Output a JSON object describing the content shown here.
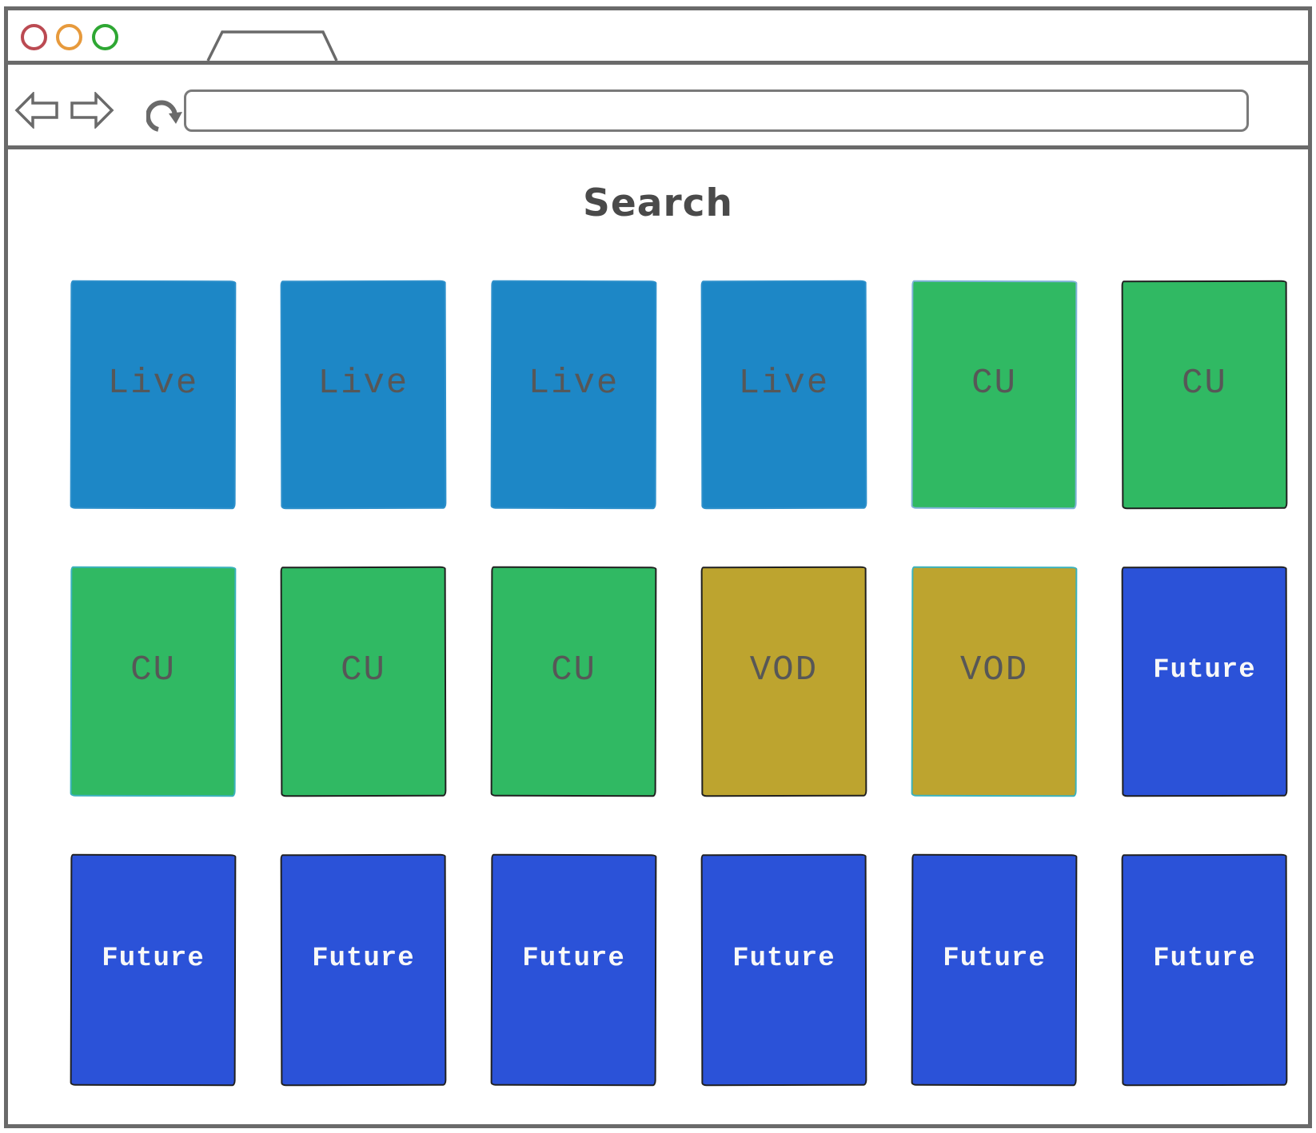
{
  "window": {
    "traffic_lights": [
      {
        "name": "red"
      },
      {
        "name": "orange"
      },
      {
        "name": "green"
      }
    ],
    "nav": {
      "back_icon": "back-arrow-icon",
      "forward_icon": "forward-arrow-icon",
      "reload_icon": "reload-icon",
      "url_value": ""
    }
  },
  "page": {
    "title": "Search",
    "cards": [
      {
        "label": "Live",
        "type": "live",
        "border": "blue"
      },
      {
        "label": "Live",
        "type": "live",
        "border": "blue"
      },
      {
        "label": "Live",
        "type": "live",
        "border": "blue"
      },
      {
        "label": "Live",
        "type": "live",
        "border": "blue"
      },
      {
        "label": "CU",
        "type": "cu",
        "border": "lightblue"
      },
      {
        "label": "CU",
        "type": "cu",
        "border": "dark"
      },
      {
        "label": "CU",
        "type": "cu",
        "border": "teal"
      },
      {
        "label": "CU",
        "type": "cu",
        "border": "dark"
      },
      {
        "label": "CU",
        "type": "cu",
        "border": "dark"
      },
      {
        "label": "VOD",
        "type": "vod",
        "border": "dark"
      },
      {
        "label": "VOD",
        "type": "vod",
        "border": "teal"
      },
      {
        "label": "Future",
        "type": "future",
        "border": "dark"
      },
      {
        "label": "Future",
        "type": "future",
        "border": "dark"
      },
      {
        "label": "Future",
        "type": "future",
        "border": "dark"
      },
      {
        "label": "Future",
        "type": "future",
        "border": "dark"
      },
      {
        "label": "Future",
        "type": "future",
        "border": "dark"
      },
      {
        "label": "Future",
        "type": "future",
        "border": "dark"
      },
      {
        "label": "Future",
        "type": "future",
        "border": "dark"
      }
    ]
  },
  "colors": {
    "live": "#1d87c6",
    "cu": "#30b963",
    "vod": "#bda42f",
    "future": "#2b52d8",
    "label": "#575757",
    "label-light": "#f8f8f8",
    "chrome": "#6a6a6a",
    "light-red": "#bb4a52",
    "light-orange": "#e79a3c",
    "light-green": "#2ea733",
    "border-dark": "#202020",
    "border-teal": "#3bb2bd",
    "border-lightblue": "#7fb2d9",
    "border-blue": "#2e90cb",
    "title-text": "#4a4a4a"
  }
}
